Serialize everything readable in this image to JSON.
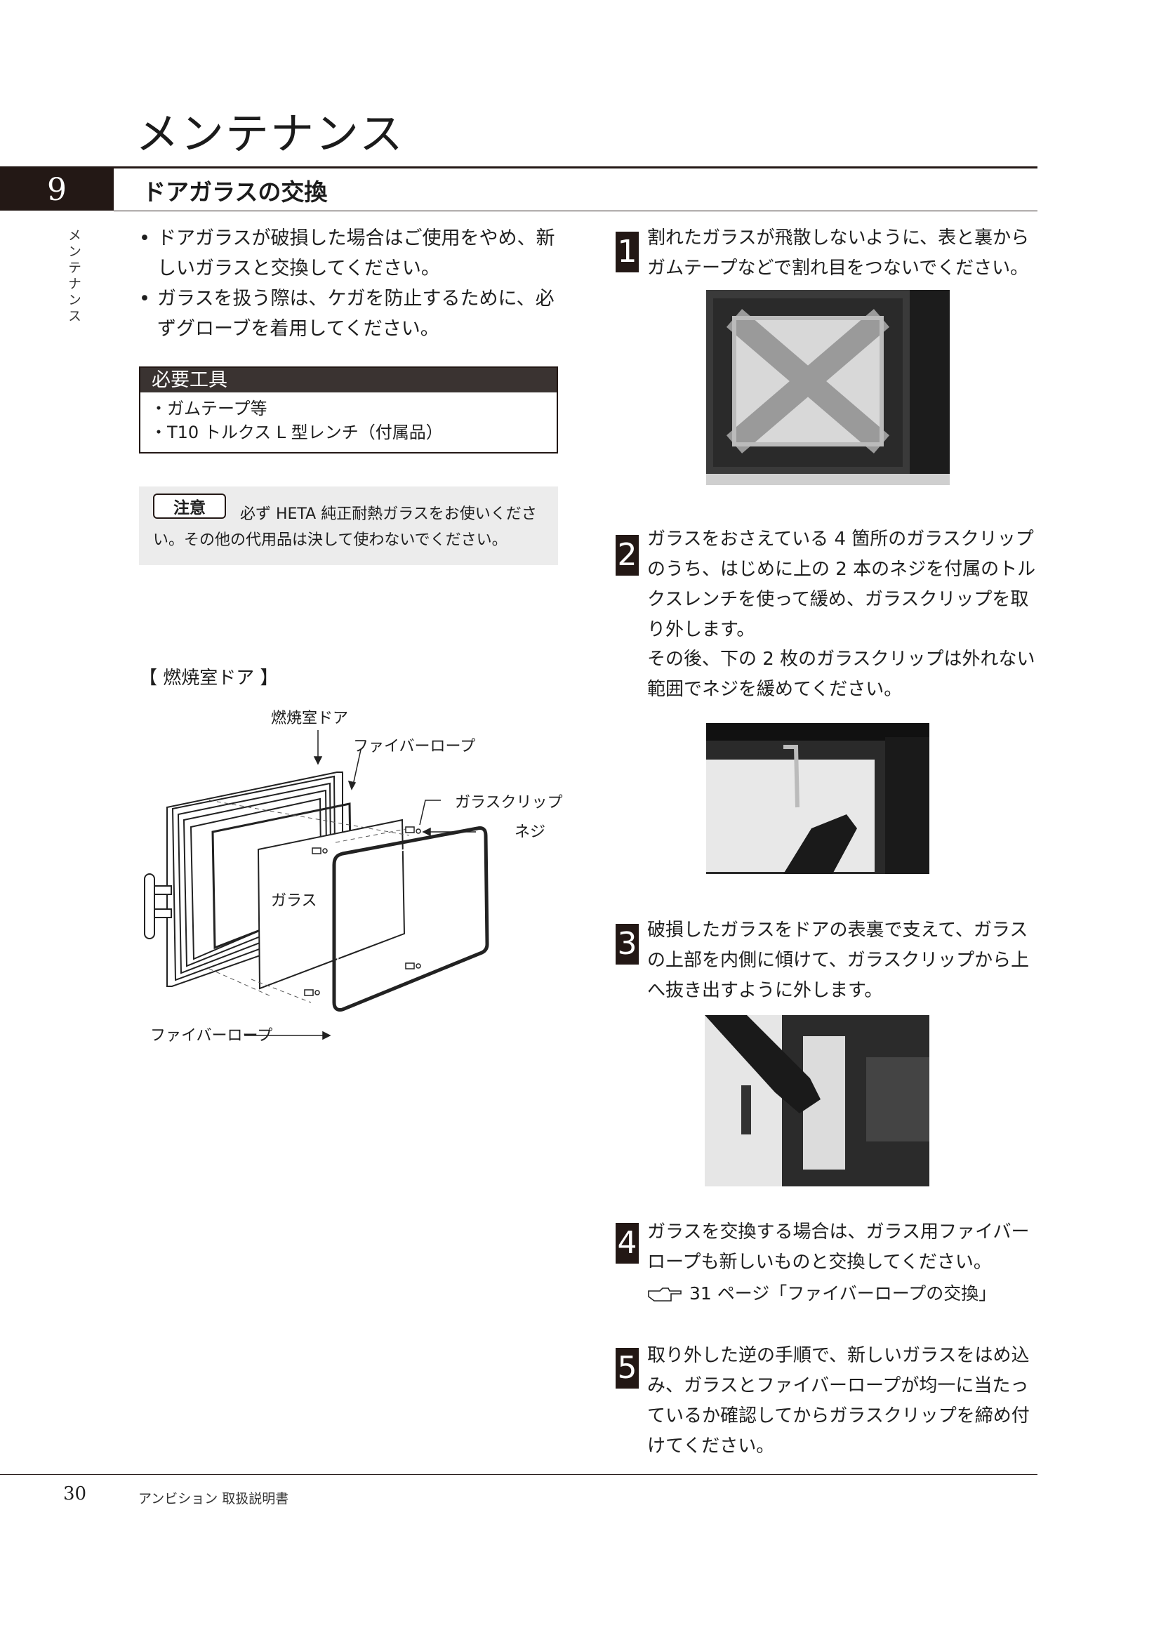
{
  "page": {
    "title": "メンテナンス",
    "side_label": "メンテナンス",
    "page_number": "30",
    "footer_title": "アンビション 取扱説明書"
  },
  "section": {
    "number": "9",
    "title": "ドアガラスの交換"
  },
  "intro_bullets": [
    "ドアガラスが破損した場合はご使用をやめ、新しいガラスと交換してください。",
    "ガラスを扱う際は、ケガを防止するために、必ずグローブを着用してください。"
  ],
  "tools": {
    "heading": "必要工具",
    "items": [
      "・ガムテープ等",
      "・T10 トルクス L 型レンチ（付属品）"
    ]
  },
  "caution": {
    "tag": "注意",
    "text": "必ず HETA 純正耐熱ガラスをお使いください。その他の代用品は決して使わないでください。"
  },
  "diagram": {
    "caption": "【 燃焼室ドア 】",
    "labels": {
      "door": "燃焼室ドア",
      "rope_top": "ファイバーロープ",
      "clip": "ガラスクリップ",
      "screw": "ネジ",
      "glass": "ガラス",
      "rope_bottom": "ファイバーロープ"
    }
  },
  "steps": [
    {
      "number": "1",
      "text": "割れたガラスが飛散しないように、表と裏からガムテープなどで割れ目をつないでください。"
    },
    {
      "number": "2",
      "text": "ガラスをおさえている 4 箇所のガラスクリップのうち、はじめに上の 2 本のネジを付属のトルクスレンチを使って緩め、ガラスクリップを取り外します。",
      "text2": "その後、下の 2 枚のガラスクリップは外れない範囲でネジを緩めてください。"
    },
    {
      "number": "3",
      "text": "破損したガラスをドアの表裏で支えて、ガラスの上部を内側に傾けて、ガラスクリップから上へ抜き出すように外します。"
    },
    {
      "number": "4",
      "text": "ガラスを交換する場合は、ガラス用ファイバーロープも新しいものと交換してください。",
      "ref": "31 ページ「ファイバーロープの交換」"
    },
    {
      "number": "5",
      "text": "取り外した逆の手順で、新しいガラスをはめ込み、ガラスとファイバーロープが均一に当たっているか確認してからガラスクリップを締め付けてください。"
    }
  ]
}
